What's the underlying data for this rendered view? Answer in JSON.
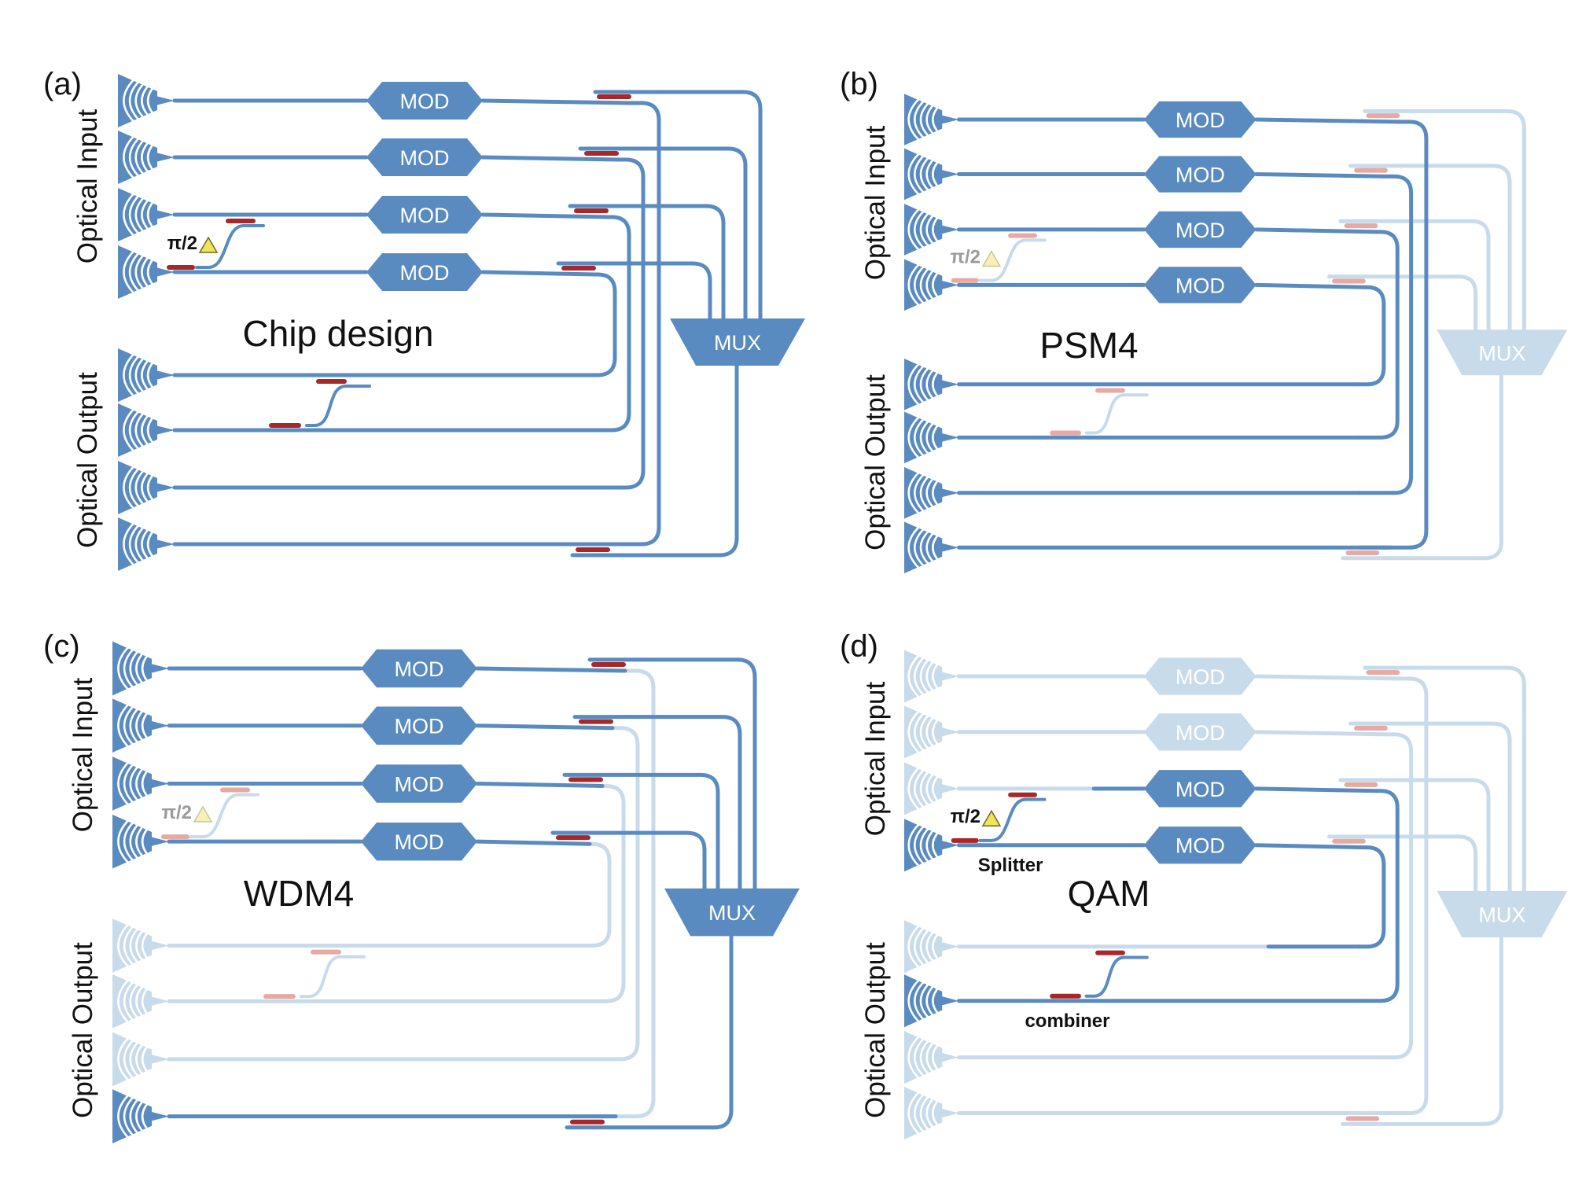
{
  "figure": {
    "colors": {
      "active": "#5a8bc0",
      "faded": "#c8dbea",
      "bar_active": "#a8282a",
      "bar_faded": "#e6aaa4",
      "phase_fill": "#f2e35a",
      "phase_fill_faded": "#f6f0b4",
      "text": "#111111",
      "text_faded": "#9a9a9a"
    },
    "labels": {
      "optical_input": "Optical Input",
      "optical_output": "Optical Output",
      "mod": "MOD",
      "mux": "MUX",
      "phase_shift": "π/2",
      "splitter": "Splitter",
      "combiner": "combiner"
    },
    "panels": [
      {
        "id": "a",
        "tag": "(a)",
        "title": "Chip design",
        "active": {
          "input_couplers": [
            true,
            true,
            true,
            true
          ],
          "input_waveguides": [
            true,
            true,
            true,
            true
          ],
          "mods": [
            true,
            true,
            true,
            true
          ],
          "pre_dc": [
            true,
            true,
            true,
            true
          ],
          "post_dc_bus": [
            true,
            true,
            true,
            true
          ],
          "output_couplers": [
            true,
            true,
            true,
            true
          ],
          "output_waveguides": [
            true,
            true,
            true,
            true
          ],
          "dc_arms": [
            true,
            true,
            true,
            true
          ],
          "splitter": true,
          "combiner": true,
          "mux": true,
          "mux_out": true
        }
      },
      {
        "id": "b",
        "tag": "(b)",
        "title": "PSM4",
        "active": {
          "input_couplers": [
            true,
            true,
            true,
            true
          ],
          "input_waveguides": [
            true,
            true,
            true,
            true
          ],
          "mods": [
            true,
            true,
            true,
            true
          ],
          "pre_dc": [
            true,
            true,
            true,
            true
          ],
          "post_dc_bus": [
            true,
            true,
            true,
            true
          ],
          "output_couplers": [
            true,
            true,
            true,
            true
          ],
          "output_waveguides": [
            true,
            true,
            true,
            true
          ],
          "dc_arms": [
            false,
            false,
            false,
            false
          ],
          "splitter": false,
          "combiner": false,
          "mux": false,
          "mux_out": false
        }
      },
      {
        "id": "c",
        "tag": "(c)",
        "title": "WDM4",
        "active": {
          "input_couplers": [
            true,
            true,
            true,
            true
          ],
          "input_waveguides": [
            true,
            true,
            true,
            true
          ],
          "mods": [
            true,
            true,
            true,
            true
          ],
          "pre_dc": [
            true,
            true,
            true,
            true
          ],
          "post_dc_bus": [
            false,
            false,
            false,
            false
          ],
          "output_couplers": [
            false,
            false,
            false,
            true
          ],
          "output_waveguides": [
            false,
            false,
            false,
            true
          ],
          "dc_arms": [
            true,
            true,
            true,
            true
          ],
          "splitter": false,
          "combiner": false,
          "mux": true,
          "mux_out": true
        }
      },
      {
        "id": "d",
        "tag": "(d)",
        "title": "QAM",
        "splitter_label": "Splitter",
        "combiner_label": "combiner",
        "active": {
          "input_couplers": [
            false,
            false,
            false,
            true
          ],
          "input_waveguides": [
            false,
            false,
            "split",
            true
          ],
          "mods": [
            false,
            false,
            true,
            true
          ],
          "pre_dc": [
            false,
            false,
            true,
            true
          ],
          "post_dc_bus": [
            false,
            false,
            true,
            true
          ],
          "output_couplers": [
            false,
            true,
            false,
            false
          ],
          "output_waveguides": [
            "combine",
            true,
            false,
            false
          ],
          "dc_arms": [
            false,
            false,
            false,
            false
          ],
          "splitter": true,
          "combiner": true,
          "mux": false,
          "mux_out": false
        }
      }
    ]
  }
}
